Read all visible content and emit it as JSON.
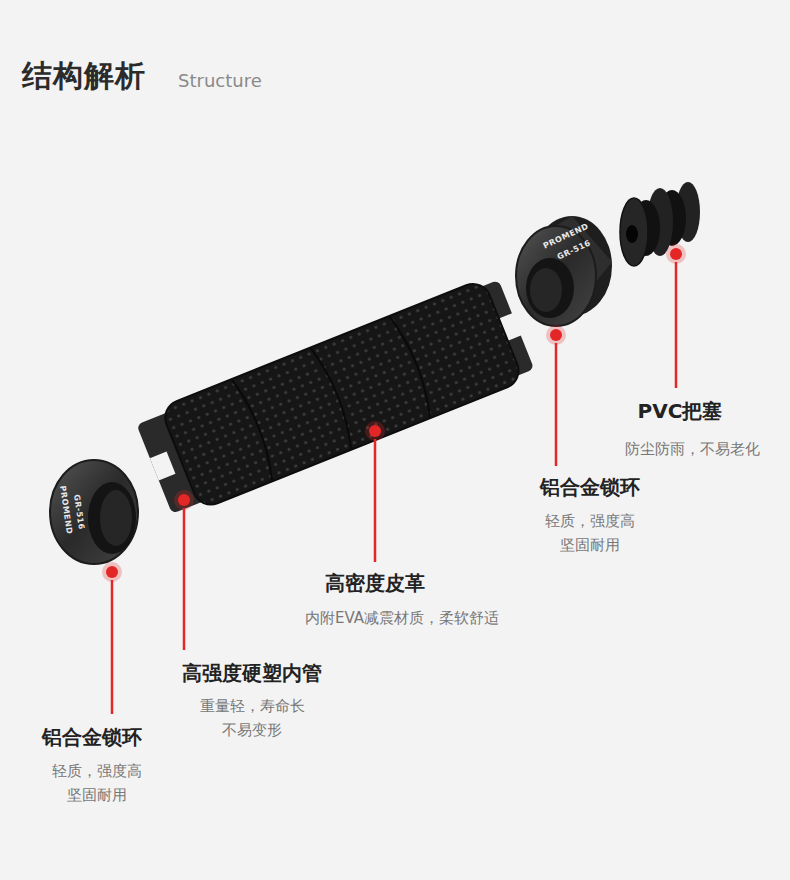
{
  "diagram": {
    "title": "结构解析",
    "labels": [
      "Structure",
      "PVC把塞",
      "防尘防雨，不易老化",
      "铝合金锁环",
      "轻质，强度高 坚固耐用",
      "高密度皮革",
      "内附EVA减震材质，柔软舒适",
      "高强度硬塑内管",
      "重量轻，寿命长 不易变形",
      "铝合金锁环",
      "轻质，强度高 坚固耐用",
      "PROMEND",
      "GR-516",
      "PROMEND",
      "GR-516"
    ]
  }
}
